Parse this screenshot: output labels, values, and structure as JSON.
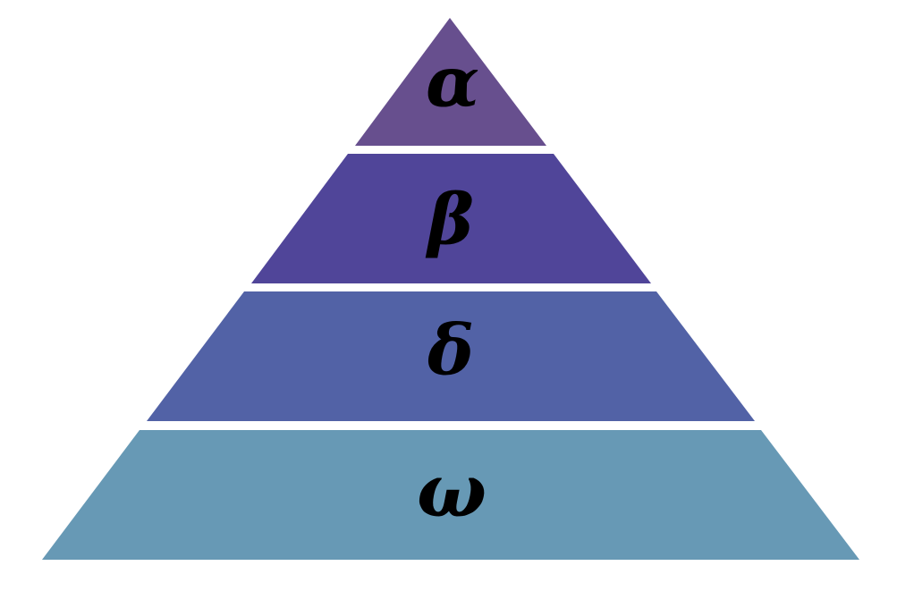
{
  "diagram": {
    "type": "pyramid",
    "tiers": [
      {
        "label": "α",
        "color": "#674F8E"
      },
      {
        "label": "β",
        "color": "#504599"
      },
      {
        "label": "δ",
        "color": "#5262A6"
      },
      {
        "label": "ω",
        "color": "#6799B5"
      }
    ]
  }
}
